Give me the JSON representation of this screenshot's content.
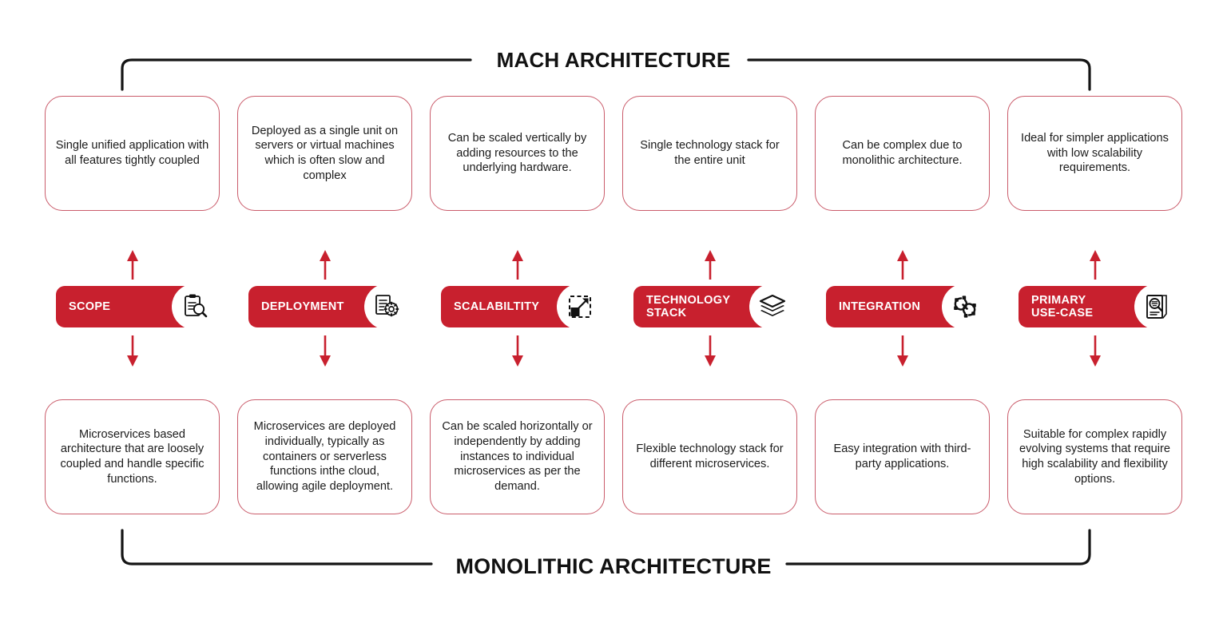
{
  "header": {
    "top_band_title": "MACH ARCHITECTURE",
    "bottom_band_title": "MONOLITHIC ARCHITECTURE"
  },
  "colors": {
    "pill_red": "#C8202E",
    "box_border": "#CA5C6B",
    "arrow_red": "#C8202E",
    "title_black": "#111111",
    "background": "#FFFFFF"
  },
  "columns": [
    {
      "key": "scope",
      "pill_label": "SCOPE",
      "icon": "clipboard-magnifier-icon",
      "top_text": "Single unified application with all features tightly coupled",
      "bottom_text": "Microservices based architecture that are loosely coupled and handle specific functions."
    },
    {
      "key": "deployment",
      "pill_label": "DEPLOYMENT",
      "icon": "document-gear-icon",
      "top_text": "Deployed as a single unit on servers or virtual machines which is often slow and complex",
      "bottom_text": "Microservices are deployed individually, typically as containers or serverless functions inthe cloud, allowing agile deployment."
    },
    {
      "key": "scalability",
      "pill_label": "SCALABILTITY",
      "icon": "expand-arrow-icon",
      "top_text": "Can be scaled vertically by adding resources to the underlying hardware.",
      "bottom_text": "Can be scaled horizontally or independently by adding instances to individual microservices as per the demand."
    },
    {
      "key": "technology-stack",
      "pill_label": "TECHNOLOGY\nSTACK",
      "icon": "layers-stack-icon",
      "top_text": "Single technology stack for the entire unit",
      "bottom_text": "Flexible technology stack for different microservices."
    },
    {
      "key": "integration",
      "pill_label": "INTEGRATION",
      "icon": "linked-gears-icon",
      "top_text": "Can be complex due to monolithic architecture.",
      "bottom_text": "Easy integration with third-party applications."
    },
    {
      "key": "primary-use-case",
      "pill_label": "PRIMARY\nUSE-CASE",
      "icon": "book-magnifier-icon",
      "top_text": "Ideal for simpler applications with low scalability requirements.",
      "bottom_text": "Suitable for complex rapidly evolving systems that require high scalability and flexibility options."
    }
  ]
}
